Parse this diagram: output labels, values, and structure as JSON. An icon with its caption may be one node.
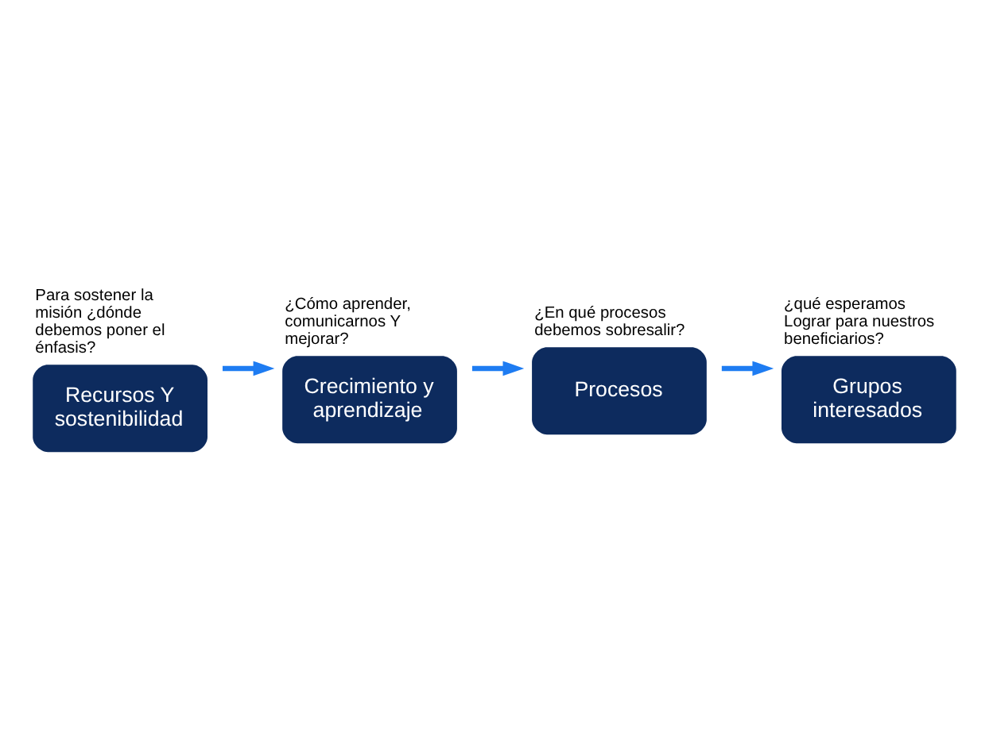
{
  "diagram": {
    "nodes": [
      {
        "text": [
          "Recursos Y sostenibilidad"
        ],
        "beside": [
          "Para sostener la misión ¿dónde debemos poner el énfasis?"
        ]
      },
      {
        "text": [
          "Crecimiento y aprendizaje"
        ],
        "beside": [
          "¿Cómo aprender, comunicarnos Y mejorar?"
        ]
      },
      {
        "text": [
          "Procesos"
        ],
        "beside": [
          "¿En qué procesos debemos sobresalir?"
        ]
      },
      {
        "text": [
          "Grupos interesados"
        ],
        "beside": [
          "¿qué esperamos Lograr para nuestros beneficiarios?"
        ]
      }
    ],
    "edges": [
      {
        "from": 0,
        "to": 1,
        "arrow": "to"
      },
      {
        "from": 1,
        "to": 2,
        "arrow": "to"
      },
      {
        "from": 2,
        "to": 3,
        "arrow": "to"
      }
    ]
  }
}
